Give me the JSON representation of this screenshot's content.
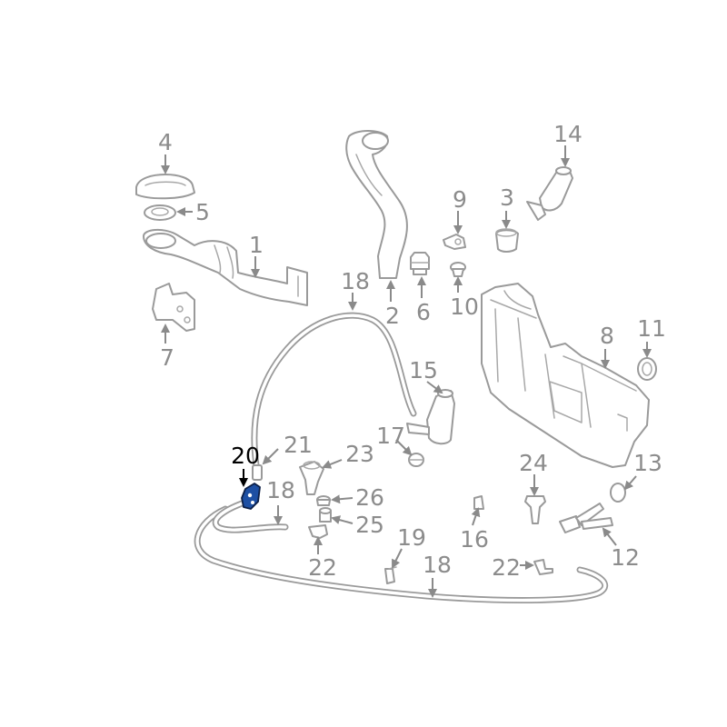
{
  "diagram": {
    "callouts": {
      "c1": "1",
      "c2": "2",
      "c3": "3",
      "c4": "4",
      "c5": "5",
      "c6": "6",
      "c7": "7",
      "c8": "8",
      "c9": "9",
      "c10": "10",
      "c11": "11",
      "c12": "12",
      "c13": "13",
      "c14": "14",
      "c15": "15",
      "c16": "16",
      "c17": "17",
      "c18a": "18",
      "c18b": "18",
      "c18c": "18",
      "c19": "19",
      "c20": "20",
      "c21": "21",
      "c22a": "22",
      "c22b": "22",
      "c23": "23",
      "c24": "24",
      "c25": "25",
      "c26": "26"
    },
    "highlighted_callout": "20",
    "colors": {
      "line_art": "#9a9a9a",
      "label": "#8c8c8c",
      "highlight_label": "#000000",
      "highlight_part": "#1d4fa3"
    }
  }
}
